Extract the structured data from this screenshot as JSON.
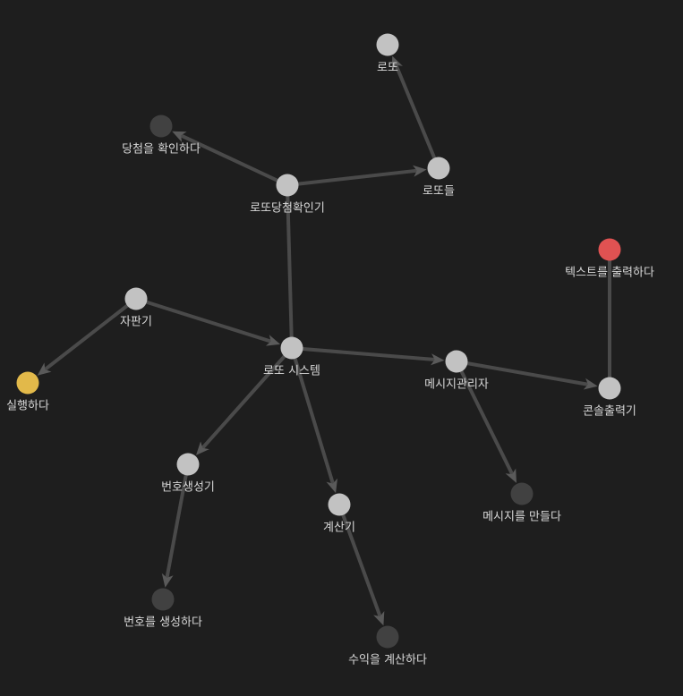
{
  "graph": {
    "background": "#1e1e1e",
    "colors": {
      "default": "#c2c2c2",
      "muted": "#414141",
      "accent_red": "#e05252",
      "accent_yellow": "#e2b94a",
      "edge": "#4a4a4a"
    },
    "nodes": [
      {
        "id": "lotto",
        "label": "로또",
        "kind": "default"
      },
      {
        "id": "check_win",
        "label": "당첨을 확인하다",
        "kind": "muted"
      },
      {
        "id": "lottos",
        "label": "로또들",
        "kind": "default"
      },
      {
        "id": "lotto_checker",
        "label": "로또당첨확인기",
        "kind": "default"
      },
      {
        "id": "print_text",
        "label": "텍스트를 출력하다",
        "kind": "accent_red"
      },
      {
        "id": "vending",
        "label": "자판기",
        "kind": "default"
      },
      {
        "id": "lotto_system",
        "label": "로또 시스템",
        "kind": "default"
      },
      {
        "id": "message_manager",
        "label": "메시지관리자",
        "kind": "default"
      },
      {
        "id": "console_printer",
        "label": "콘솔출력기",
        "kind": "default"
      },
      {
        "id": "execute",
        "label": "실행하다",
        "kind": "accent_yellow"
      },
      {
        "id": "number_generator",
        "label": "번호생성기",
        "kind": "default"
      },
      {
        "id": "calculator",
        "label": "계산기",
        "kind": "default"
      },
      {
        "id": "make_message",
        "label": "메시지를 만들다",
        "kind": "muted"
      },
      {
        "id": "generate_number",
        "label": "번호를 생성하다",
        "kind": "muted"
      },
      {
        "id": "calc_profit",
        "label": "수익을 계산하다",
        "kind": "muted"
      }
    ],
    "edges": [
      {
        "from": "lottos",
        "to": "lotto",
        "arrow": true
      },
      {
        "from": "lotto_checker",
        "to": "check_win",
        "arrow": true
      },
      {
        "from": "lotto_checker",
        "to": "lottos",
        "arrow": true
      },
      {
        "from": "lotto_system",
        "to": "lotto_checker",
        "arrow": false
      },
      {
        "from": "vending",
        "to": "lotto_system",
        "arrow": true
      },
      {
        "from": "vending",
        "to": "execute",
        "arrow": true
      },
      {
        "from": "lotto_system",
        "to": "message_manager",
        "arrow": true
      },
      {
        "from": "message_manager",
        "to": "console_printer",
        "arrow": true
      },
      {
        "from": "console_printer",
        "to": "print_text",
        "arrow": false
      },
      {
        "from": "message_manager",
        "to": "make_message",
        "arrow": true
      },
      {
        "from": "lotto_system",
        "to": "number_generator",
        "arrow": true
      },
      {
        "from": "lotto_system",
        "to": "calculator",
        "arrow": true
      },
      {
        "from": "number_generator",
        "to": "generate_number",
        "arrow": true
      },
      {
        "from": "calculator",
        "to": "calc_profit",
        "arrow": true
      }
    ]
  }
}
